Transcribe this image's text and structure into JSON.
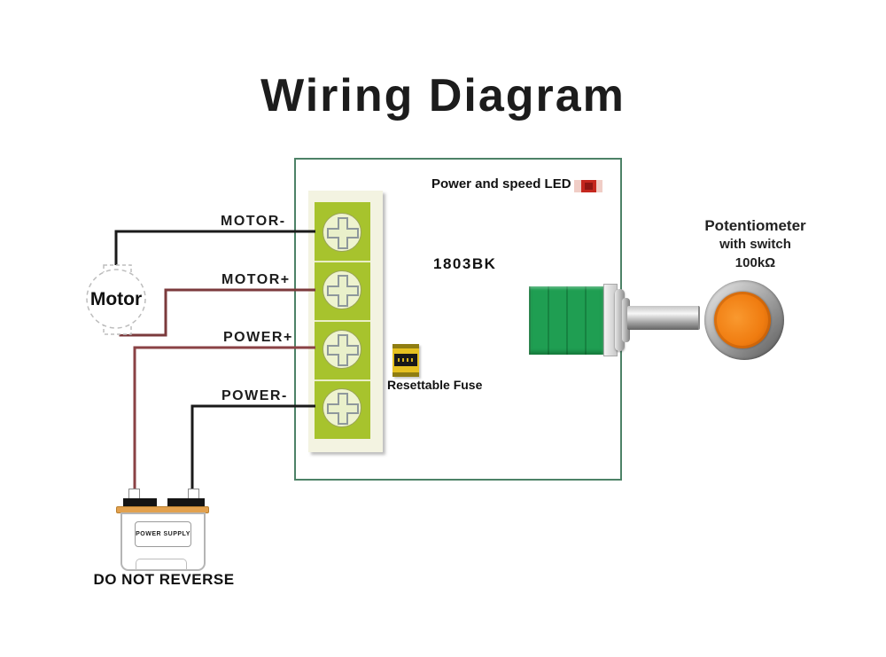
{
  "title": "Wiring Diagram",
  "board": {
    "model": "1803BK",
    "led_label": "Power and speed LED",
    "fuse_label": "Resettable Fuse",
    "terminals": [
      {
        "label": "MOTOR-",
        "wire_color": "black"
      },
      {
        "label": "MOTOR+",
        "wire_color": "red"
      },
      {
        "label": "POWER+",
        "wire_color": "red"
      },
      {
        "label": "POWER-",
        "wire_color": "black"
      }
    ]
  },
  "motor": {
    "label": "Motor"
  },
  "power_supply": {
    "label": "POWER SUPPLY",
    "warning": "DO NOT REVERSE"
  },
  "potentiometer": {
    "line1": "Potentiometer",
    "line2": "with switch",
    "line3": "100kΩ"
  },
  "colors": {
    "pcb_border": "#4d8267",
    "terminal_green": "#a7c32d",
    "screw_face": "#eef3cf",
    "led_red": "#c5271e",
    "fuse_yellow": "#e6c120",
    "pot_body_green": "#1f9e52",
    "knob_orange": "#f07c10",
    "battery_top_orange": "#e2a14e",
    "wire_red": "#7b3a3c",
    "wire_black": "#1a1a1a"
  }
}
